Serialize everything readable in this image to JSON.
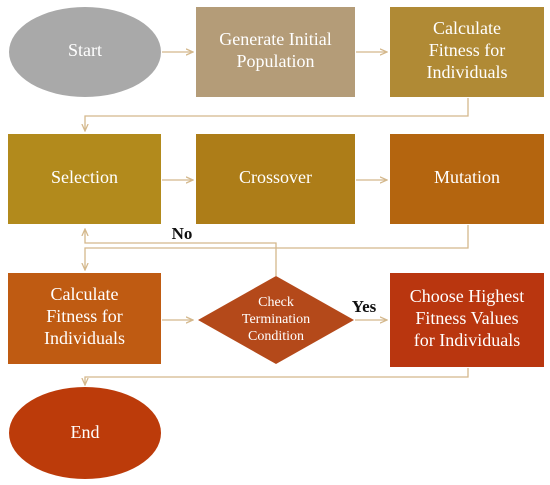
{
  "colors": {
    "start": "#a9a9a9",
    "generate": "#b49c78",
    "calculate_top": "#b08a35",
    "selection": "#b28a1c",
    "crossover": "#ad7d18",
    "mutation": "#b4650f",
    "calculate_bottom": "#bf5b12",
    "check": "#b4491a",
    "choose": "#b9360f",
    "end": "#bc3b0a",
    "connector": "#d4b88c"
  },
  "nodes": {
    "start": "Start",
    "generate": [
      "Generate Initial",
      "Population"
    ],
    "calculate_top": [
      "Calculate",
      "Fitness for",
      "Individuals"
    ],
    "selection": "Selection",
    "crossover": "Crossover",
    "mutation": "Mutation",
    "calculate_bottom": [
      "Calculate",
      "Fitness for",
      "Individuals"
    ],
    "check": [
      "Check",
      "Termination",
      "Condition"
    ],
    "choose": [
      "Choose Highest",
      "Fitness Values",
      "for Individuals"
    ],
    "end": "End"
  },
  "edges": {
    "no_label": "No",
    "yes_label": "Yes"
  }
}
